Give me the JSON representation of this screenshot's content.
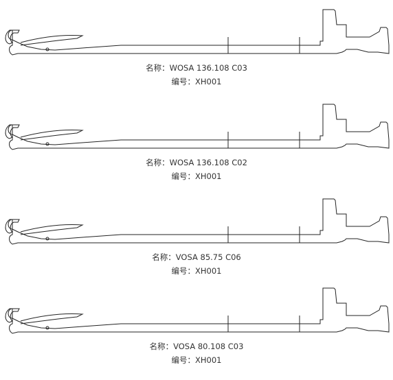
{
  "colors": {
    "line": "#222222",
    "text": "#333333",
    "background": "#ffffff"
  },
  "needles": [
    {
      "name_label": "名称：",
      "name_value": "WOSA 136.108 C03",
      "code_label": "编号：",
      "code_value": "XH001"
    },
    {
      "name_label": "名称：",
      "name_value": "WOSA 136.108 C02",
      "code_label": "编号：",
      "code_value": "XH001"
    },
    {
      "name_label": "名称：",
      "name_value": "VOSA 85.75 C06",
      "code_label": "编号：",
      "code_value": "XH001"
    },
    {
      "name_label": "名称：",
      "name_value": "VOSA 80.108 C03",
      "code_label": "编号：",
      "code_value": "XH001"
    }
  ]
}
